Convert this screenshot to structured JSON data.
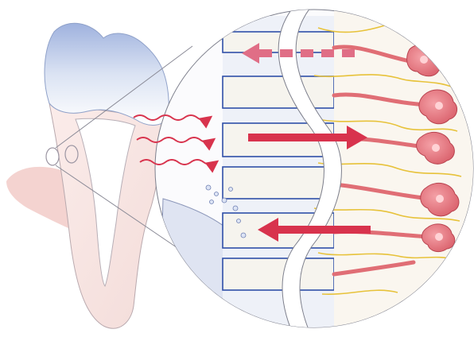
{
  "figure": {
    "kind": "illustration",
    "colors": {
      "enamel": "#cfd9ee",
      "enamel_shade": "#8aa2d4",
      "root": "#f6e3e1",
      "gum": "#f1c7c4",
      "tubule_wall": "#f4f1ea",
      "tubule_line": "#2f4fa8",
      "nerve": "#e06e75",
      "nerve_fiber": "#e7c23a",
      "arrow": "#d8334d",
      "wave": "#d8334d",
      "outline": "#6b6f80"
    },
    "icons": [
      "tooth",
      "magnified-dentin-tubules",
      "stimulus-waves",
      "fluid-flow-arrows",
      "pulp-nerve-cells"
    ]
  }
}
